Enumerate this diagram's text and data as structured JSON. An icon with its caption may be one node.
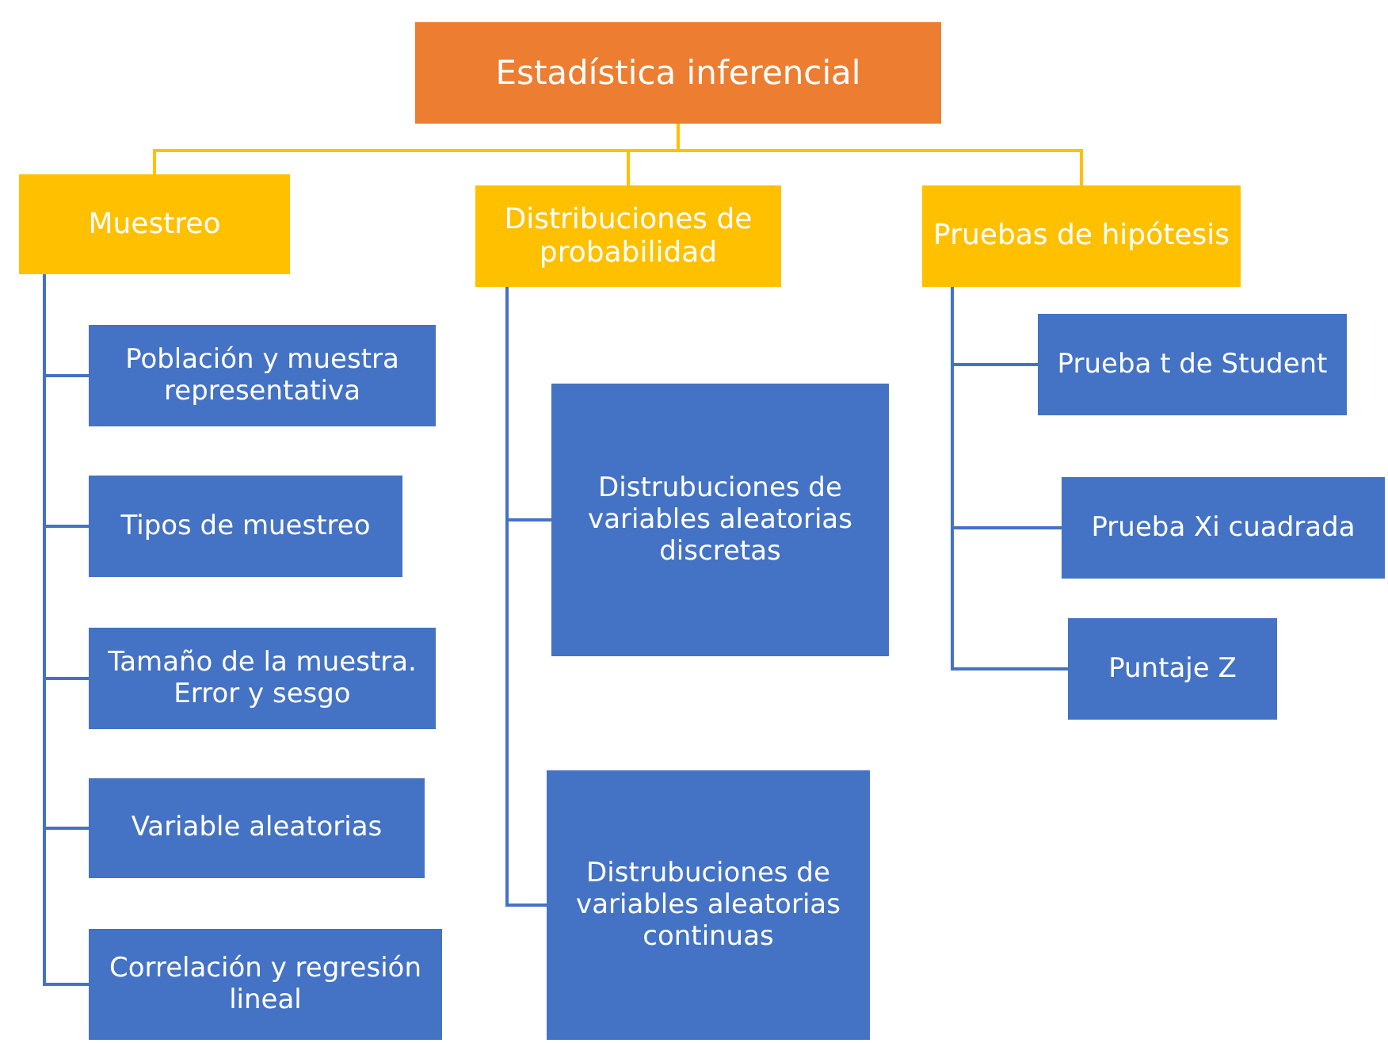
{
  "diagram": {
    "nodes": [
      {
        "text": [
          "Estadística inferencial"
        ]
      },
      {
        "text": [
          "Muestreo"
        ]
      },
      {
        "text": [
          "Distribuciones de probabilidad"
        ]
      },
      {
        "text": [
          "Pruebas de hipótesis"
        ]
      },
      {
        "text": [
          "Población y muestra representativa"
        ]
      },
      {
        "text": [
          "Tipos de muestreo"
        ]
      },
      {
        "text": [
          "Tamaño de la muestra. Error y sesgo"
        ]
      },
      {
        "text": [
          "Variable aleatorias"
        ]
      },
      {
        "text": [
          "Correlación y regresión lineal"
        ]
      },
      {
        "text": [
          "Distrubuciones de variables aleatorias discretas"
        ]
      },
      {
        "text": [
          "Distrubuciones de variables aleatorias continuas"
        ]
      },
      {
        "text": [
          "Prueba t de Student"
        ]
      },
      {
        "text": [
          "Prueba Xi cuadrada"
        ]
      },
      {
        "text": [
          "Puntaje Z"
        ]
      }
    ],
    "edges": [
      {
        "from": 0,
        "to": 1,
        "arrow": "none",
        "color": "#ffc000"
      },
      {
        "from": 0,
        "to": 2,
        "arrow": "none",
        "color": "#ffc000"
      },
      {
        "from": 0,
        "to": 3,
        "arrow": "none",
        "color": "#ffc000"
      },
      {
        "from": 1,
        "to": 4,
        "arrow": "none"
      },
      {
        "from": 1,
        "to": 5,
        "arrow": "none"
      },
      {
        "from": 1,
        "to": 6,
        "arrow": "none"
      },
      {
        "from": 1,
        "to": 7,
        "arrow": "none"
      },
      {
        "from": 1,
        "to": 8,
        "arrow": "none"
      },
      {
        "from": 2,
        "to": 9,
        "arrow": "none"
      },
      {
        "from": 2,
        "to": 10,
        "arrow": "none"
      },
      {
        "from": 3,
        "to": 11,
        "arrow": "none"
      },
      {
        "from": 3,
        "to": 12,
        "arrow": "none"
      },
      {
        "from": 3,
        "to": 13,
        "arrow": "none"
      }
    ]
  }
}
